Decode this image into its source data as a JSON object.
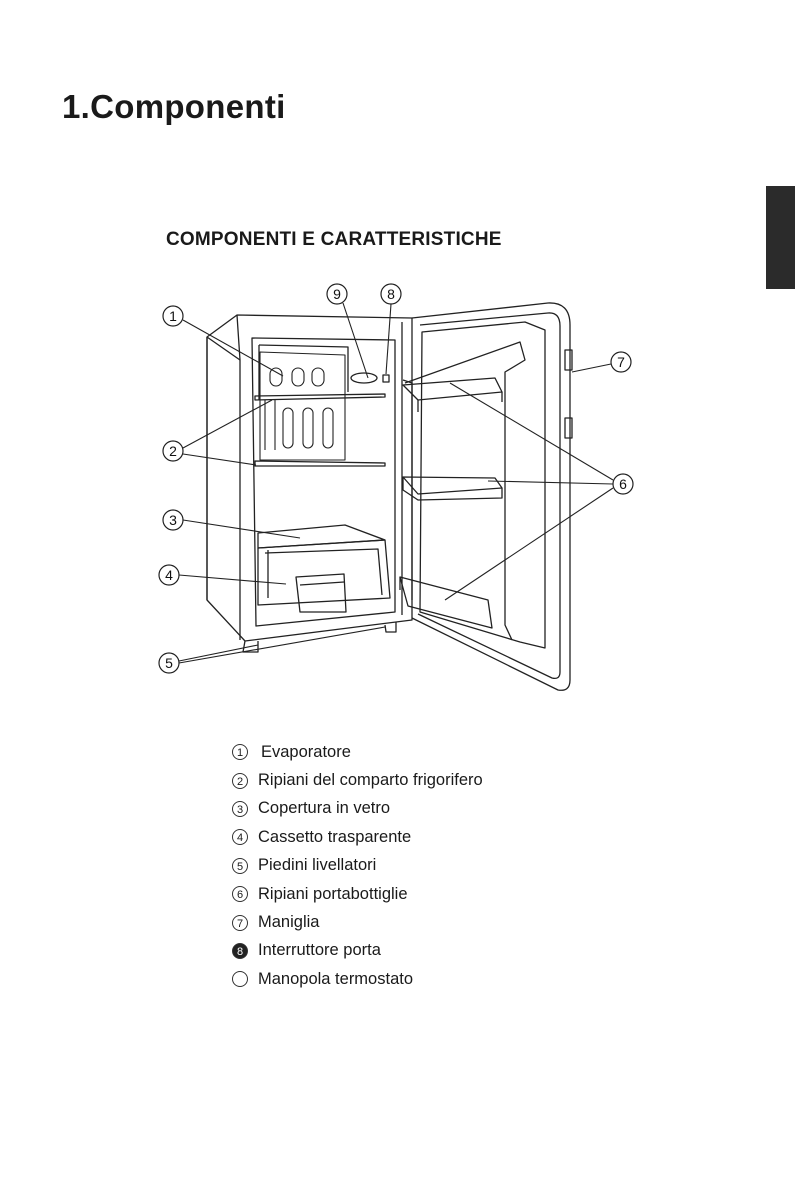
{
  "page": {
    "heading": "1.Componenti",
    "section_heading": "COMPONENTI E CARATTERISTICHE"
  },
  "callouts": [
    "1",
    "2",
    "3",
    "4",
    "5",
    "6",
    "7",
    "8",
    "9"
  ],
  "legend": [
    {
      "number": "1",
      "label": "Evaporatore"
    },
    {
      "number": "2",
      "label": "Ripiani del comparto frigorifero"
    },
    {
      "number": "3",
      "label": "Copertura in vetro"
    },
    {
      "number": "4",
      "label": "Cassetto trasparente"
    },
    {
      "number": "5",
      "label": "Piedini livellatori"
    },
    {
      "number": "6",
      "label": "Ripiani portabottiglie"
    },
    {
      "number": "7",
      "label": "Maniglia"
    },
    {
      "number": "8",
      "label": "Interruttore porta"
    },
    {
      "number": "",
      "label": "Manopola termostato"
    }
  ]
}
